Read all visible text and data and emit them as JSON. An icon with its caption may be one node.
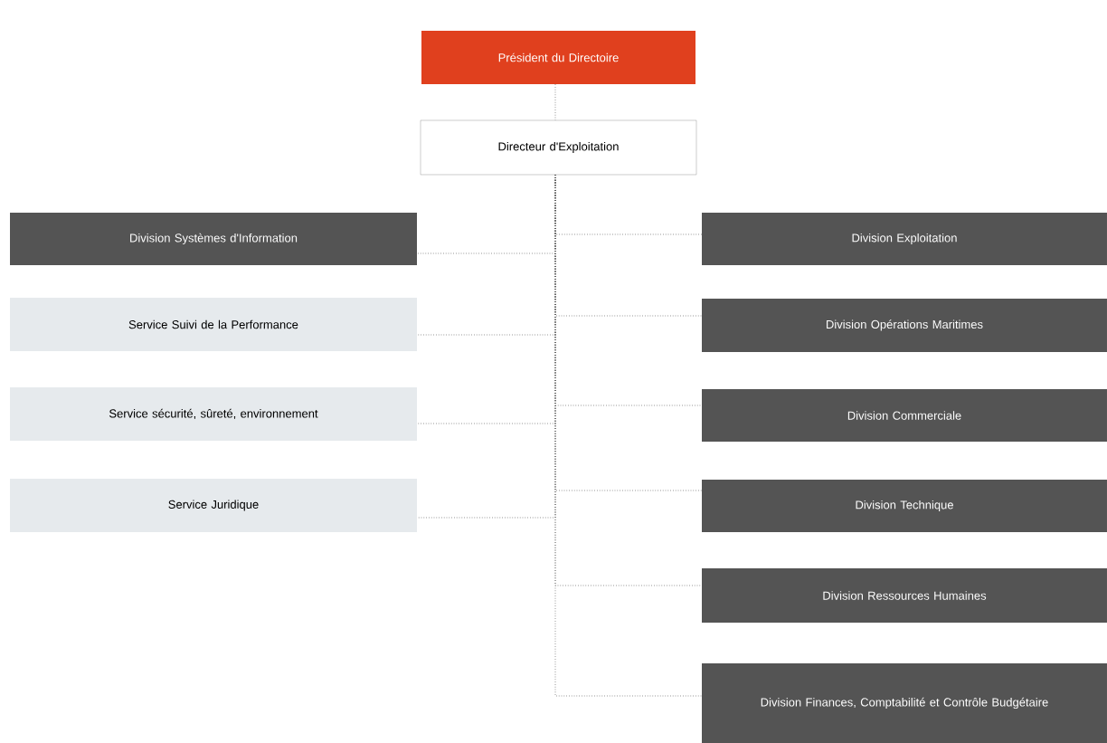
{
  "diagram": {
    "nodes": [
      {
        "text": [
          "Président du Directoire"
        ]
      },
      {
        "text": [
          "Directeur d'Exploitation"
        ]
      },
      {
        "text": [
          "Division Systèmes d'Information"
        ]
      },
      {
        "text": [
          "Service Suivi de la Performance"
        ]
      },
      {
        "text": [
          "Service sécurité, sûreté, environnement"
        ]
      },
      {
        "text": [
          "Service Juridique"
        ]
      },
      {
        "text": [
          "Division Exploitation"
        ]
      },
      {
        "text": [
          "Division Opérations Maritimes"
        ]
      },
      {
        "text": [
          "Division Commerciale"
        ]
      },
      {
        "text": [
          "Division Technique"
        ]
      },
      {
        "text": [
          "Division Ressources Humaines"
        ]
      },
      {
        "text": [
          "Division Finances, Comptabilité et Contrôle Budgétaire"
        ]
      }
    ],
    "edges": [
      {
        "from": 0,
        "to": 1,
        "arrow": "none"
      },
      {
        "from": 1,
        "to": 2,
        "arrow": "none"
      },
      {
        "from": 1,
        "to": 3,
        "arrow": "none"
      },
      {
        "from": 1,
        "to": 4,
        "arrow": "none"
      },
      {
        "from": 1,
        "to": 5,
        "arrow": "none"
      },
      {
        "from": 1,
        "to": 6,
        "arrow": "none"
      },
      {
        "from": 1,
        "to": 7,
        "arrow": "none"
      },
      {
        "from": 1,
        "to": 8,
        "arrow": "none"
      },
      {
        "from": 1,
        "to": 9,
        "arrow": "none"
      },
      {
        "from": 1,
        "to": 10,
        "arrow": "none"
      },
      {
        "from": 1,
        "to": 11,
        "arrow": "none"
      }
    ]
  }
}
